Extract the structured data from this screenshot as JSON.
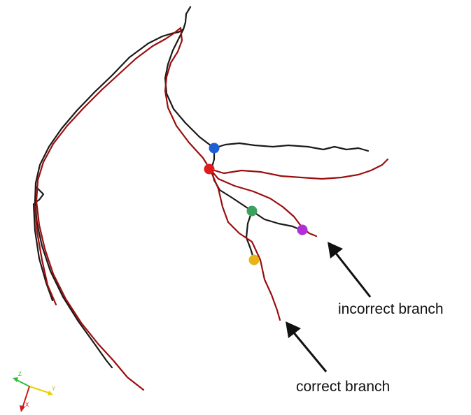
{
  "annotations": {
    "incorrect": "incorrect branch",
    "correct": "correct branch"
  },
  "axes_triad": {
    "z": "Z",
    "y": "Y",
    "x": "X"
  },
  "colors": {
    "tree_a": "#1a1a1a",
    "tree_b": "#9b0e0e",
    "node_blue": "#1f5fd6",
    "node_red": "#e01b1b",
    "node_green": "#3aa25e",
    "node_purple": "#b12fd8",
    "node_yellow": "#e6b318",
    "axis_z": "#2bbf3a",
    "axis_y": "#e8d200",
    "axis_x": "#d01818"
  }
}
